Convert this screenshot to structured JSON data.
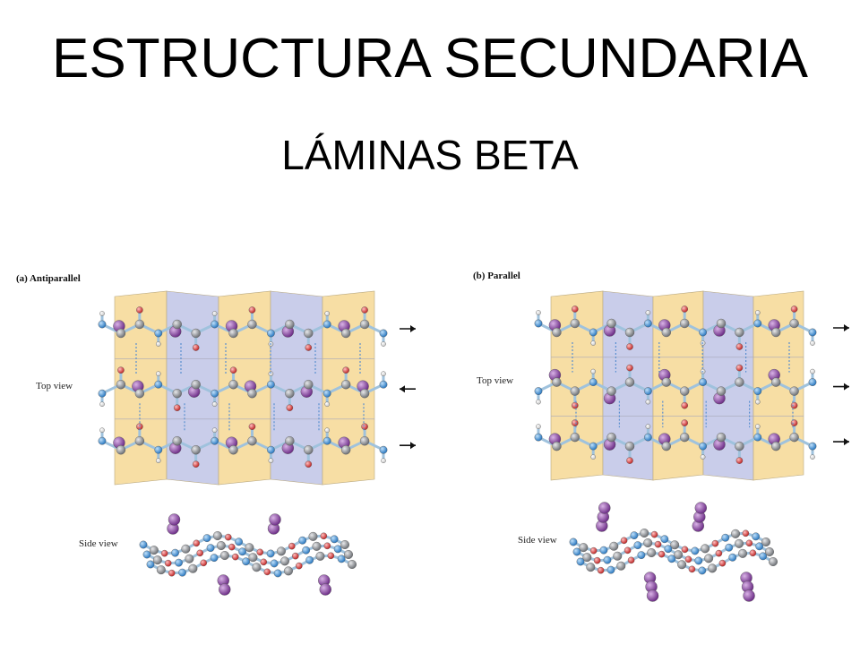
{
  "title": "ESTRUCTURA SECUNDARIA",
  "subtitle": "LÁMINAS BETA",
  "panels": [
    {
      "label": "(a) Antiparallel",
      "top_view": "Top view",
      "side_view": "Side view",
      "strand_directions": [
        "right",
        "left",
        "right"
      ]
    },
    {
      "label": "(b) Parallel",
      "top_view": "Top view",
      "side_view": "Side view",
      "strand_directions": [
        "right",
        "right",
        "right"
      ]
    }
  ],
  "colors": {
    "pleat_yellow": "#f7dea4",
    "pleat_blue": "#c9cdea",
    "carbon": "#8a8d92",
    "nitrogen": "#3b8fd6",
    "oxygen": "#d23b3b",
    "hydrogen": "#f4f4f4",
    "r_group": "#8d4ea3",
    "bond": "#9fc2dd"
  }
}
